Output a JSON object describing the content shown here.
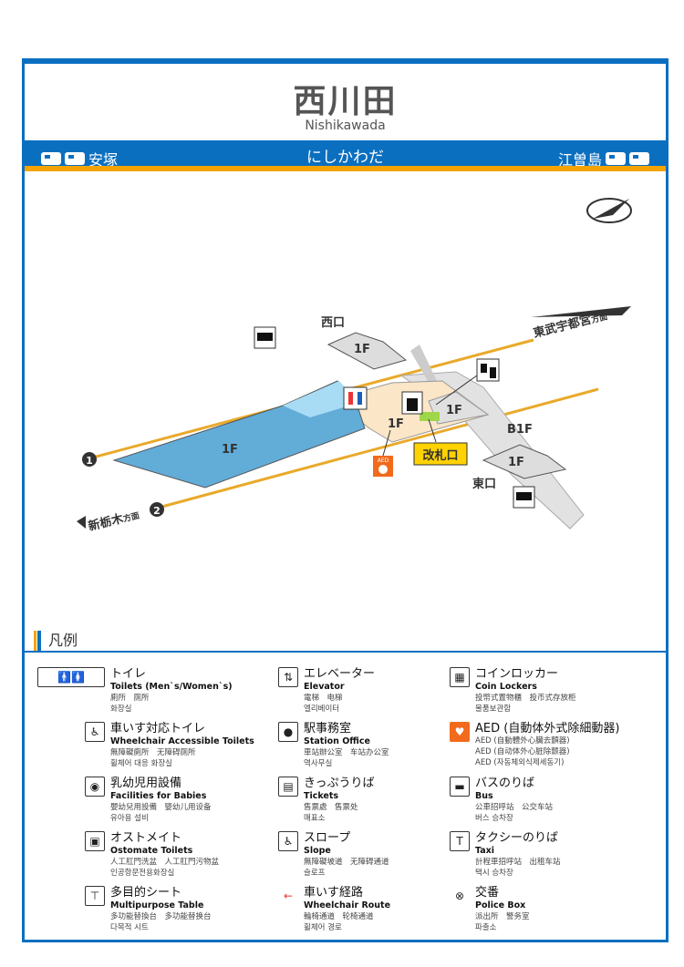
{
  "station": {
    "name_ja": "西川田",
    "name_en": "Nishikawada",
    "name_kana": "にしかわだ",
    "prev": "安塚",
    "next": "江曽島"
  },
  "map": {
    "west_exit": "西口",
    "east_exit": "東口",
    "dir_up": "東武宇都宮",
    "dir_up_suffix": "方面",
    "dir_down": "新栃木",
    "dir_down_suffix": "方面",
    "track1": "1",
    "track2": "2",
    "floor_1f": "1F",
    "floor_b1f": "B1F",
    "ticket_gate": "改札口",
    "aed": "AED"
  },
  "legend": {
    "heading": "凡例",
    "items": [
      {
        "icon": "toilet-icon",
        "ja": "トイレ",
        "en": "Toilets (Men`s/Women`s)",
        "sub": [
          "廁所　厕所",
          "화장실"
        ]
      },
      {
        "icon": "wheelchair-toilet-icon",
        "ja": "車いす対応トイレ",
        "en": "Wheelchair Accessible Toilets",
        "sub": [
          "無障礙廁所　无障碍厕所",
          "휠체어 대응 화장실"
        ]
      },
      {
        "icon": "baby-icon",
        "ja": "乳幼児用設備",
        "en": "Facilities for Babies",
        "sub": [
          "嬰幼兒用設備　婴幼儿用设备",
          "유아용 설비"
        ]
      },
      {
        "icon": "ostomate-icon",
        "ja": "オストメイト",
        "en": "Ostomate Toilets",
        "sub": [
          "人工肛門洗盆　人工肛門污物盆",
          "인공항문전용화장실"
        ]
      },
      {
        "icon": "multipurpose-table-icon",
        "ja": "多目的シート",
        "en": "Multipurpose Table",
        "sub": [
          "多功能替換台　多功能替换台",
          "다목적 시트"
        ]
      },
      {
        "icon": "elevator-icon",
        "ja": "エレベーター",
        "en": "Elevator",
        "sub": [
          "電梯　电梯",
          "엘리베이터"
        ]
      },
      {
        "icon": "station-office-icon",
        "ja": "駅事務室",
        "en": "Station Office",
        "sub": [
          "車站辦公室　车站办公室",
          "역사무실"
        ]
      },
      {
        "icon": "tickets-icon",
        "ja": "きっぷうりば",
        "en": "Tickets",
        "sub": [
          "售票處　售票处",
          "매표소"
        ]
      },
      {
        "icon": "slope-icon",
        "ja": "スロープ",
        "en": "Slope",
        "sub": [
          "無障礙坡道　无障碍通道",
          "슬로프"
        ]
      },
      {
        "icon": "wheelchair-route-icon",
        "ja": "車いす経路",
        "en": "Wheelchair Route",
        "sub": [
          "輪椅通道　轮椅通道",
          "휠체어 경로"
        ]
      },
      {
        "icon": "coin-locker-icon",
        "ja": "コインロッカー",
        "en": "Coin Lockers",
        "sub": [
          "投幣式置物櫃　投币式存放柜",
          "물품보관함"
        ]
      },
      {
        "icon": "aed-icon",
        "ja": "AED (自動体外式除細動器)",
        "en": "",
        "sub": [
          "AED (自動體外心臟去顫器)",
          "AED (自动体外心脏除颤器)",
          "AED (자동체외식제세동기)"
        ]
      },
      {
        "icon": "bus-icon",
        "ja": "バスのりば",
        "en": "Bus",
        "sub": [
          "公車招呼站　公交车站",
          "버스 승차장"
        ]
      },
      {
        "icon": "taxi-icon",
        "ja": "タクシーのりば",
        "en": "Taxi",
        "sub": [
          "計程車招呼站　出租车站",
          "택시 승차장"
        ]
      },
      {
        "icon": "police-box-icon",
        "ja": "交番",
        "en": "Police Box",
        "sub": [
          "派出所　警务室",
          "파출소"
        ]
      }
    ]
  },
  "colors": {
    "brand": "#0b6fc0",
    "accent": "#f5a300",
    "platform": "#62acd8",
    "concourse": "#fbe6c8",
    "aed": "#f26a1b",
    "gate": "#ffd200"
  }
}
